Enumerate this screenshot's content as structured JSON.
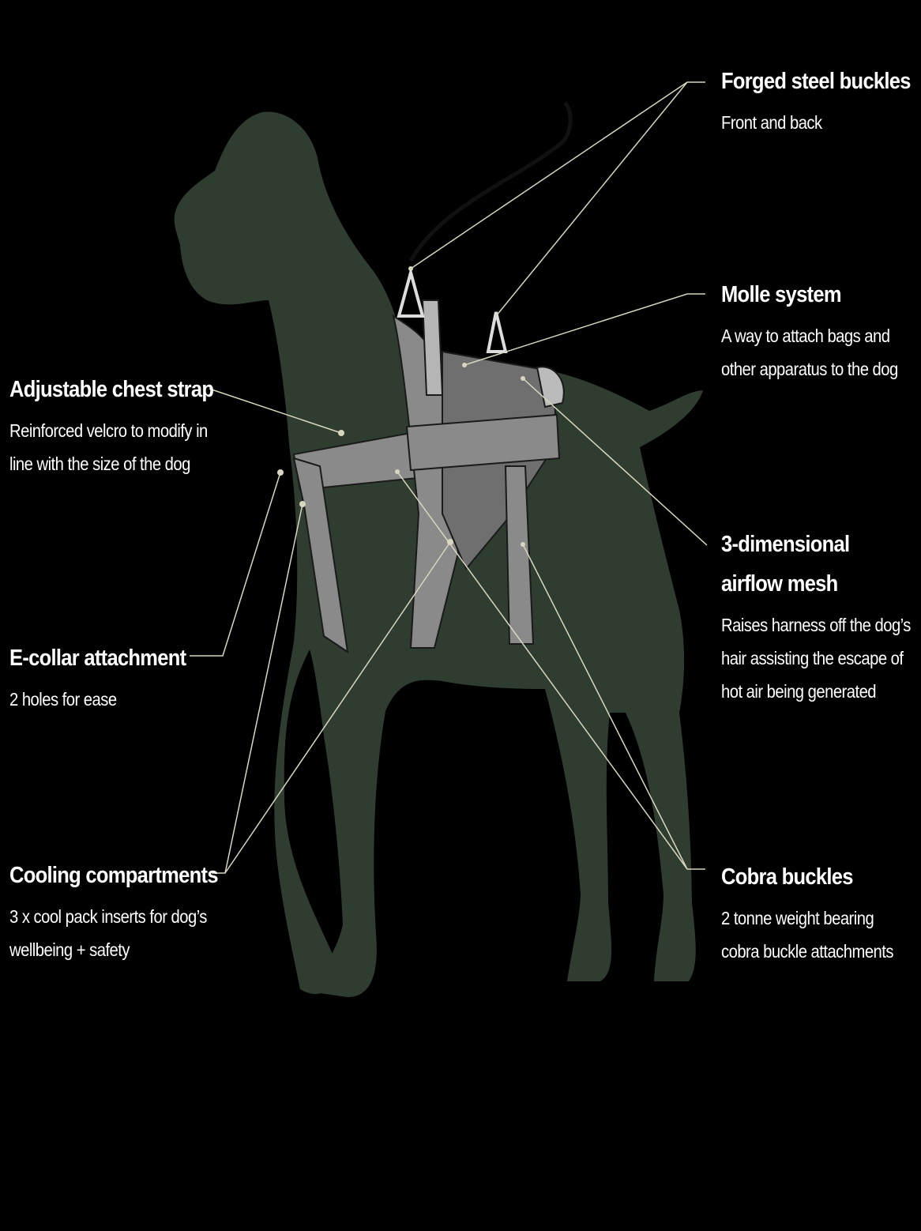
{
  "colors": {
    "background": "#000000",
    "dog": "#2f3d30",
    "harness": "#8a8a8a",
    "leader_line": "#d9d6bf",
    "text": "#ffffff"
  },
  "callouts": [
    {
      "id": "forged-steel-buckles",
      "title": "Forged steel buckles",
      "lines": [
        "Front and back"
      ]
    },
    {
      "id": "molle-system",
      "title": "Molle system",
      "lines": [
        "A way to attach bags and",
        "other apparatus to the dog"
      ]
    },
    {
      "id": "adjustable-chest-strap",
      "title": "Adjustable chest strap",
      "lines": [
        "Reinforced velcro to modify in",
        "line with the size of the dog"
      ]
    },
    {
      "id": "airflow-mesh",
      "title_lines": [
        "3-dimensional",
        "airflow mesh"
      ],
      "lines": [
        "Raises harness off the dog’s",
        "hair assisting the escape of",
        "hot air being generated"
      ]
    },
    {
      "id": "e-collar-attachment",
      "title": "E-collar attachment",
      "lines": [
        "2 holes for ease"
      ]
    },
    {
      "id": "cooling-compartments",
      "title": "Cooling compartments",
      "lines": [
        "3 x cool pack inserts for dog’s",
        "wellbeing + safety"
      ]
    },
    {
      "id": "cobra-buckles",
      "title": "Cobra buckles",
      "lines": [
        "2 tonne weight bearing",
        "cobra buckle attachments"
      ]
    }
  ]
}
